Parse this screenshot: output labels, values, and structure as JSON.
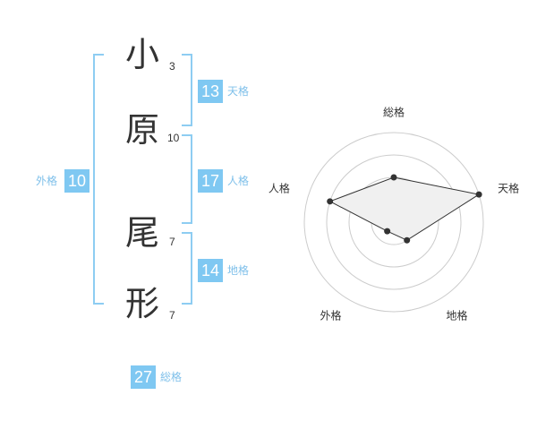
{
  "name": {
    "chars": [
      {
        "char": "小",
        "strokes": "3"
      },
      {
        "char": "原",
        "strokes": "10"
      },
      {
        "char": "尾",
        "strokes": "7"
      },
      {
        "char": "形",
        "strokes": "7"
      }
    ]
  },
  "fortunes": {
    "gaikaku": {
      "value": "10",
      "label": "外格"
    },
    "tenkaku": {
      "value": "13",
      "label": "天格"
    },
    "jinkaku": {
      "value": "17",
      "label": "人格"
    },
    "chikaku": {
      "value": "14",
      "label": "地格"
    },
    "soukaku": {
      "value": "27",
      "label": "総格"
    }
  },
  "chart_data": {
    "type": "radar",
    "axes": [
      "総格",
      "天格",
      "地格",
      "外格",
      "人格"
    ],
    "values": [
      2,
      4,
      1,
      0.5,
      3
    ],
    "rmax": 4,
    "rings": 4,
    "colors": {
      "fill": "#f0f0f0",
      "stroke": "#333333",
      "grid": "#cccccc",
      "center": "#cccccc"
    }
  }
}
